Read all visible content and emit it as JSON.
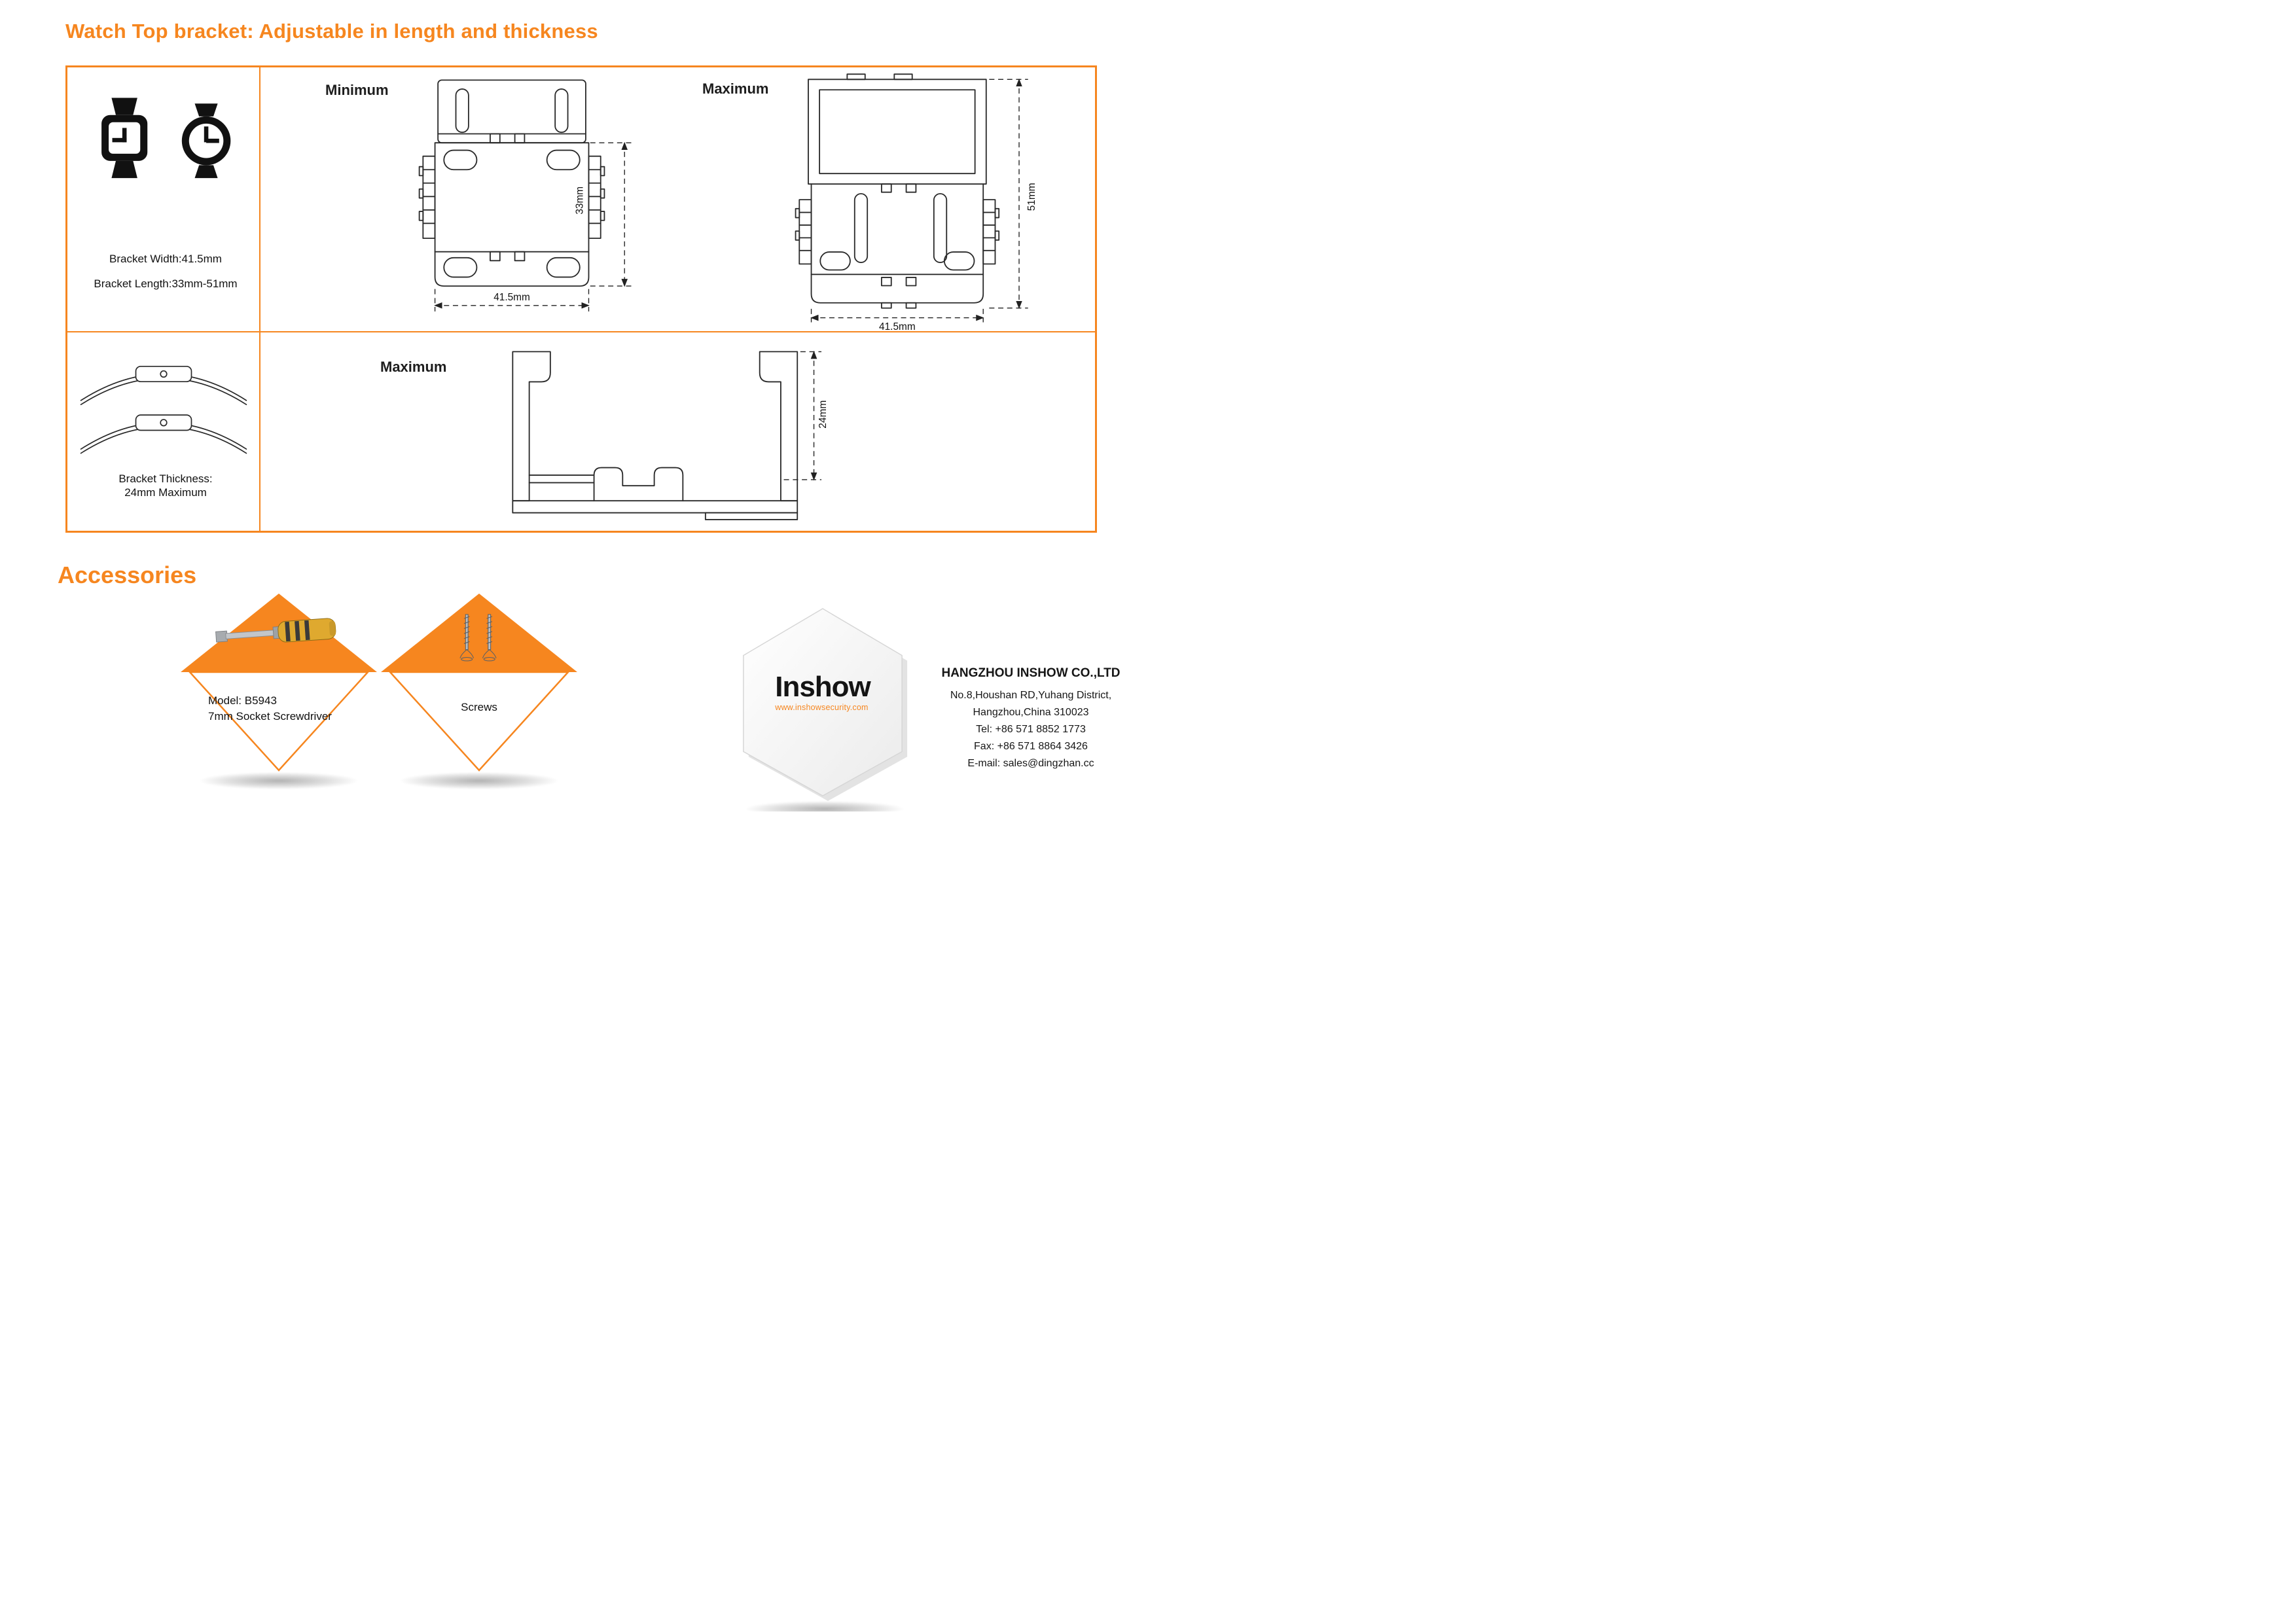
{
  "page": {
    "title": "Watch Top bracket: Adjustable in length and thickness"
  },
  "spec": {
    "watch_cell": {
      "width_label": "Bracket Width:41.5mm",
      "length_label": "Bracket Length:33mm-51mm"
    },
    "thickness_cell": {
      "line1": "Bracket Thickness:",
      "line2": "24mm Maximum"
    },
    "min_view": {
      "label": "Minimum",
      "height_dim": "33mm",
      "width_dim": "41.5mm"
    },
    "max_view": {
      "label": "Maximum",
      "height_dim": "51mm",
      "width_dim": "41.5mm"
    },
    "side_view": {
      "label": "Maximum",
      "height_dim": "24mm"
    }
  },
  "accessories": {
    "heading": "Accessories",
    "items": [
      {
        "line1": "Model: B5943",
        "line2": "7mm Socket Screwdriver"
      },
      {
        "line1": "Screws",
        "line2": ""
      }
    ]
  },
  "company": {
    "logo_primary": "In",
    "logo_secondary": "show",
    "logo_site": "www.inshowsecurity.com",
    "name": "HANGZHOU INSHOW CO.,LTD",
    "address_line1": "No.8,Houshan RD,Yuhang District,",
    "address_line2": "Hangzhou,China 310023",
    "tel": "Tel: +86 571 8852 1773",
    "fax": "Fax: +86 571 8864 3426",
    "email": "E-mail:  sales@dingzhan.cc"
  },
  "colors": {
    "accent": "#F6861F"
  }
}
